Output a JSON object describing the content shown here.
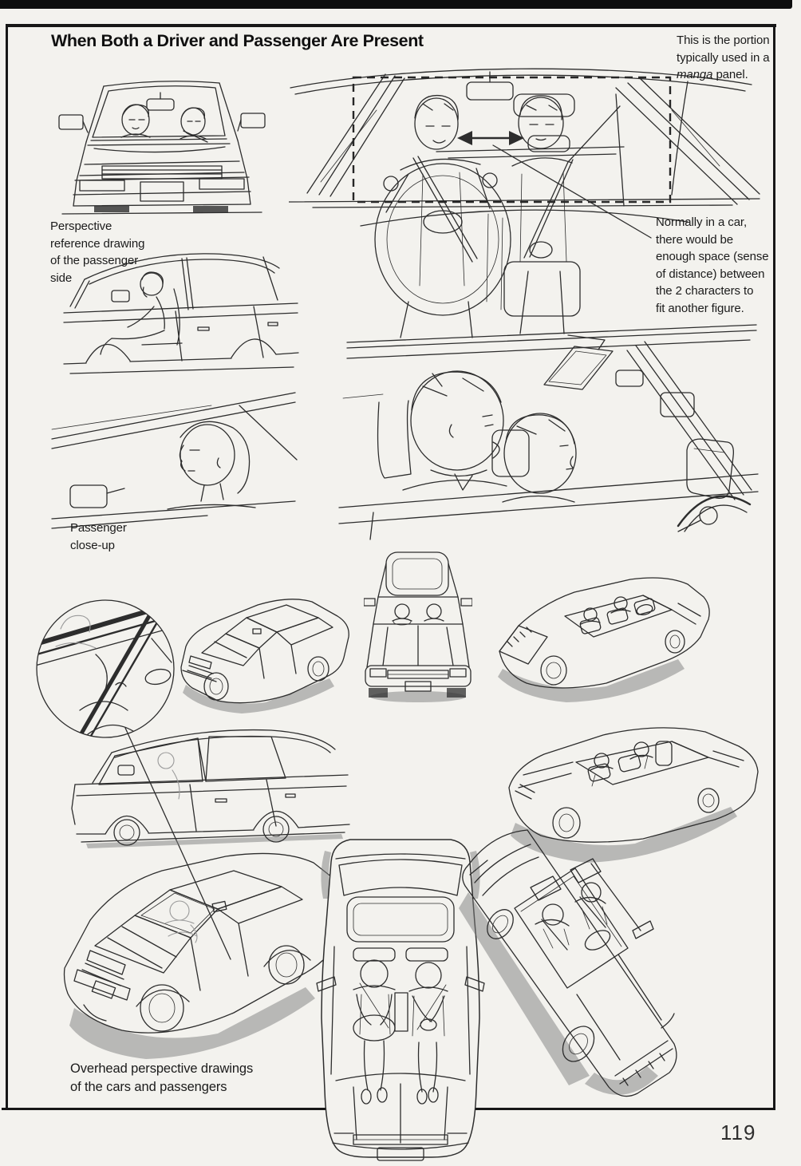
{
  "page": {
    "title": "When Both a Driver and Passenger Are Present",
    "page_number": "119"
  },
  "notes": {
    "manga_panel": {
      "line1": "This is the portion",
      "line2": "typically used in a",
      "italic_word": "manga",
      "line3_rest": " panel."
    },
    "perspective_reference": {
      "lines": [
        "Perspective",
        "reference drawing",
        "of the passenger",
        "side"
      ]
    },
    "space_between": {
      "lines": [
        "Normally in a car,",
        "there would be",
        "enough space (sense",
        "of distance) between",
        "the 2 characters to",
        "fit another figure."
      ]
    },
    "passenger_closeup": {
      "lines": [
        "Passenger",
        "close-up"
      ]
    },
    "overhead": {
      "lines": [
        "Overhead perspective drawings",
        "of the cars and passengers"
      ]
    }
  }
}
